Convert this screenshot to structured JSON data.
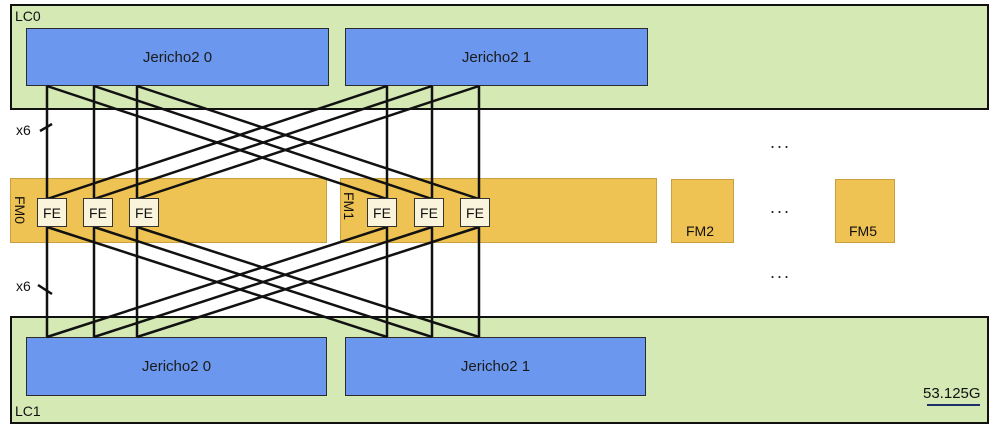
{
  "linecards": {
    "top": {
      "label": "LC0",
      "chips": [
        "Jericho2 0",
        "Jericho2 1"
      ]
    },
    "bottom": {
      "label": "LC1",
      "chips": [
        "Jericho2 0",
        "Jericho2 1"
      ]
    }
  },
  "fabric_modules": [
    {
      "label": "FM0",
      "fe": [
        "FE",
        "FE",
        "FE"
      ]
    },
    {
      "label": "FM1",
      "fe": [
        "FE",
        "FE",
        "FE"
      ]
    },
    {
      "label": "FM2"
    },
    {
      "label": "FM5"
    }
  ],
  "multiplier_top": "x6",
  "multiplier_bottom": "x6",
  "ellipsis": "...",
  "legend": {
    "label": "53.125G",
    "color": "#1f2d6b"
  }
}
